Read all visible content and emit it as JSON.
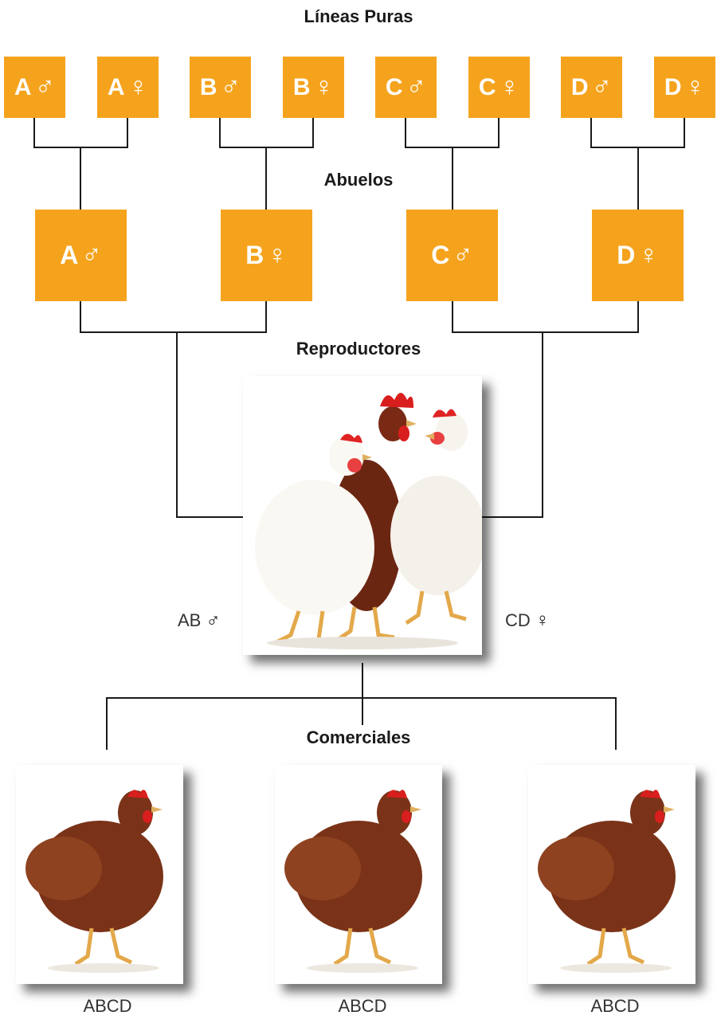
{
  "titles": {
    "pure_lines": "Líneas Puras",
    "grandparents": "Abuelos",
    "breeders": "Reproductores",
    "commercial": "Comerciales"
  },
  "symbols": {
    "male": "♂",
    "female": "♀"
  },
  "pure_lines": [
    {
      "letter": "A",
      "sex": "♂"
    },
    {
      "letter": "A",
      "sex": "♀"
    },
    {
      "letter": "B",
      "sex": "♂"
    },
    {
      "letter": "B",
      "sex": "♀"
    },
    {
      "letter": "C",
      "sex": "♂"
    },
    {
      "letter": "C",
      "sex": "♀"
    },
    {
      "letter": "D",
      "sex": "♂"
    },
    {
      "letter": "D",
      "sex": "♀"
    }
  ],
  "grandparents": [
    {
      "letter": "A",
      "sex": "♂"
    },
    {
      "letter": "B",
      "sex": "♀"
    },
    {
      "letter": "C",
      "sex": "♂"
    },
    {
      "letter": "D",
      "sex": "♀"
    }
  ],
  "breeders": {
    "left_label": "AB",
    "left_sex": "♂",
    "right_label": "CD",
    "right_sex": "♀"
  },
  "commercial_labels": [
    "ABCD",
    "ABCD",
    "ABCD"
  ],
  "colors": {
    "box": "#F5A31D",
    "line": "#1a1a1a"
  }
}
